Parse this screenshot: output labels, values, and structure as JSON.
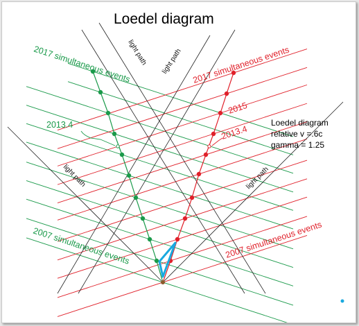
{
  "title": "Loedel diagram",
  "colors": {
    "green": "#1a9a4a",
    "red": "#e0202a",
    "black": "#222222",
    "cyan": "#19a9df",
    "background": "#ffffff"
  },
  "labels": {
    "light_path_top_left": "light path",
    "light_path_top_right": "light path",
    "light_path_left": "light path",
    "light_path_right": "light path",
    "green_2017": "2017 simultaneous events",
    "red_2017": "2017 simultaneous events",
    "red_2015": "2015",
    "green_2013": "2013.4",
    "red_2013": "2013.4",
    "green_2007": "2007 simultaneous events",
    "red_2007": "2007 simultaneous events"
  },
  "info": {
    "line1": "Loedel diagram",
    "line2": "relative v =.6c",
    "line3": "gamma = 1.25"
  }
}
